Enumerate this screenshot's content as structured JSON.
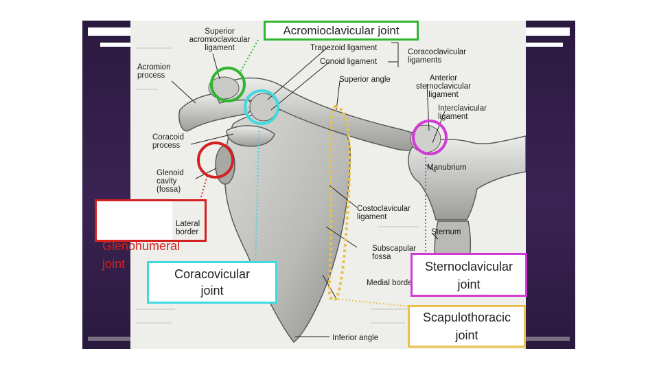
{
  "diagram": {
    "labels": {
      "superior_ac_ligament": "Superior\nacromioclavicular\nligament",
      "trapezoid_ligament": "Trapezoid ligament",
      "conoid_ligament": "Conoid ligament",
      "coracoclavicular_ligaments": "Coracoclavicular\nligaments",
      "acromion_process": "Acromion\nprocess",
      "superior_angle": "Superior angle",
      "anterior_sc_ligament": "Anterior\nsternoclavicular\nligament",
      "interclavicular_ligament": "Interclavicular\nligament",
      "coracoid_process": "Coracoid\nprocess",
      "manubrium": "Manubrium",
      "glenoid_cavity": "Glenoid\ncavity\n(fossa)",
      "costoclavicular_ligament": "Costoclavicular\nligament",
      "lateral_border": "Lateral\nborder",
      "sternum": "Sternum",
      "subscapular_fossa": "Subscapular\nfossa",
      "medial_border": "Medial border",
      "inferior_angle": "Inferior angle"
    },
    "callouts": {
      "acromioclavicular": "Acromioclavicular joint",
      "glenohumeral": "Glenohumeral\njoint",
      "coracoclavicular": "Coracovicular\njoint",
      "sternoclavicular": "Sternoclavicular\njoint",
      "scapulothoracic": "Scapulothoracic\njoint"
    },
    "colors": {
      "acromioclavicular": "#2fb52f",
      "glenohumeral": "#d42020",
      "coracoclavicular": "#3fd9e0",
      "sternoclavicular": "#d23ad6",
      "scapulothoracic": "#e8c24a"
    }
  }
}
